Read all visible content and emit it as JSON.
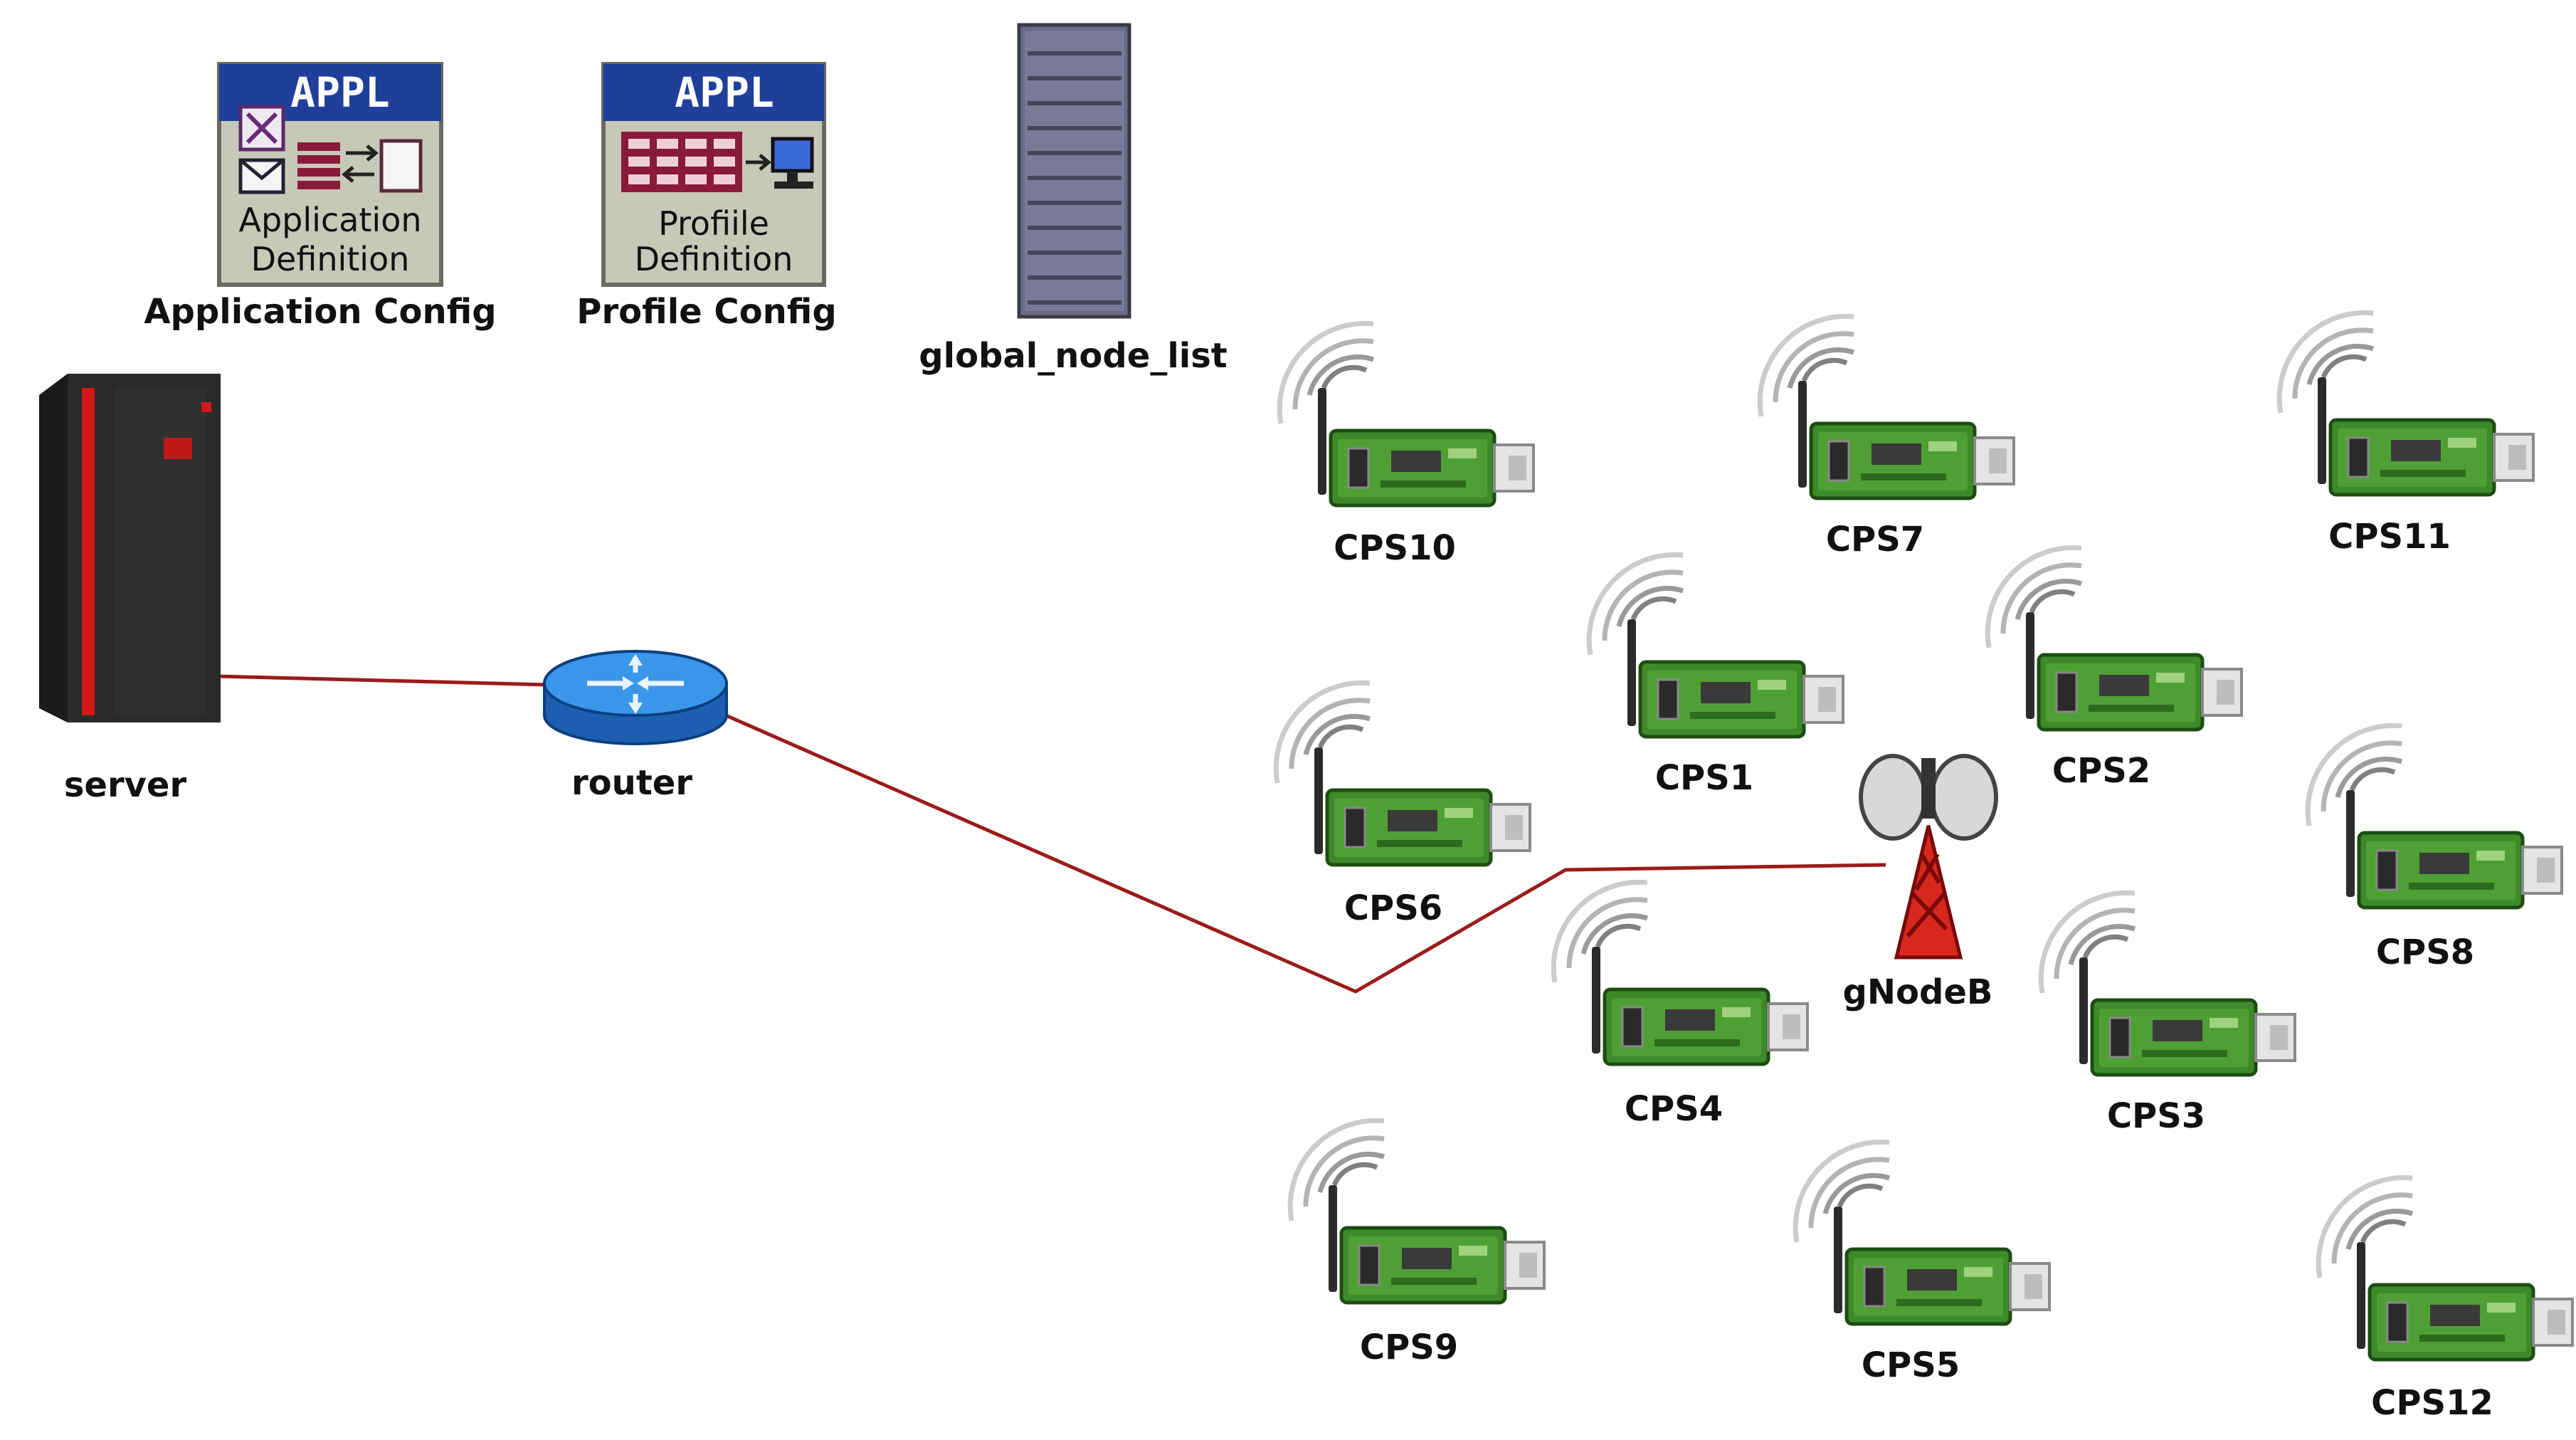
{
  "application_config": {
    "badge": "APPL",
    "icon_line1": "Application",
    "icon_line2": "Definition",
    "label": "Application Config",
    "icon": "application-definition-icon"
  },
  "profile_config": {
    "badge": "APPL",
    "icon_line1": "Profiile",
    "icon_line2": "Definition",
    "label": "Profile Config",
    "icon": "profile-definition-icon"
  },
  "global_node_list": {
    "label": "global_node_list",
    "icon": "server-rack-icon"
  },
  "server": {
    "label": "server",
    "icon": "server-tower-icon"
  },
  "router": {
    "label": "router",
    "icon": "router-icon"
  },
  "gnodeb": {
    "label": "gNodeB",
    "icon": "cell-tower-icon"
  },
  "cps_nodes": [
    {
      "id": "cps10",
      "label": "CPS10"
    },
    {
      "id": "cps7",
      "label": "CPS7"
    },
    {
      "id": "cps11",
      "label": "CPS11"
    },
    {
      "id": "cps1",
      "label": "CPS1"
    },
    {
      "id": "cps2",
      "label": "CPS2"
    },
    {
      "id": "cps6",
      "label": "CPS6"
    },
    {
      "id": "cps8",
      "label": "CPS8"
    },
    {
      "id": "cps4",
      "label": "CPS4"
    },
    {
      "id": "cps3",
      "label": "CPS3"
    },
    {
      "id": "cps9",
      "label": "CPS9"
    },
    {
      "id": "cps5",
      "label": "CPS5"
    },
    {
      "id": "cps12",
      "label": "CPS12"
    }
  ],
  "links": [
    {
      "from": "server",
      "to": "router"
    },
    {
      "from": "router",
      "to": "gNodeB"
    }
  ],
  "colors": {
    "link": "#9b1b1b",
    "appl_header": "#1f3f9a",
    "board_green": "#3e8a2a",
    "router_blue": "#2a7fd8",
    "tower_red": "#d8281e",
    "server_accent": "#d01818"
  }
}
